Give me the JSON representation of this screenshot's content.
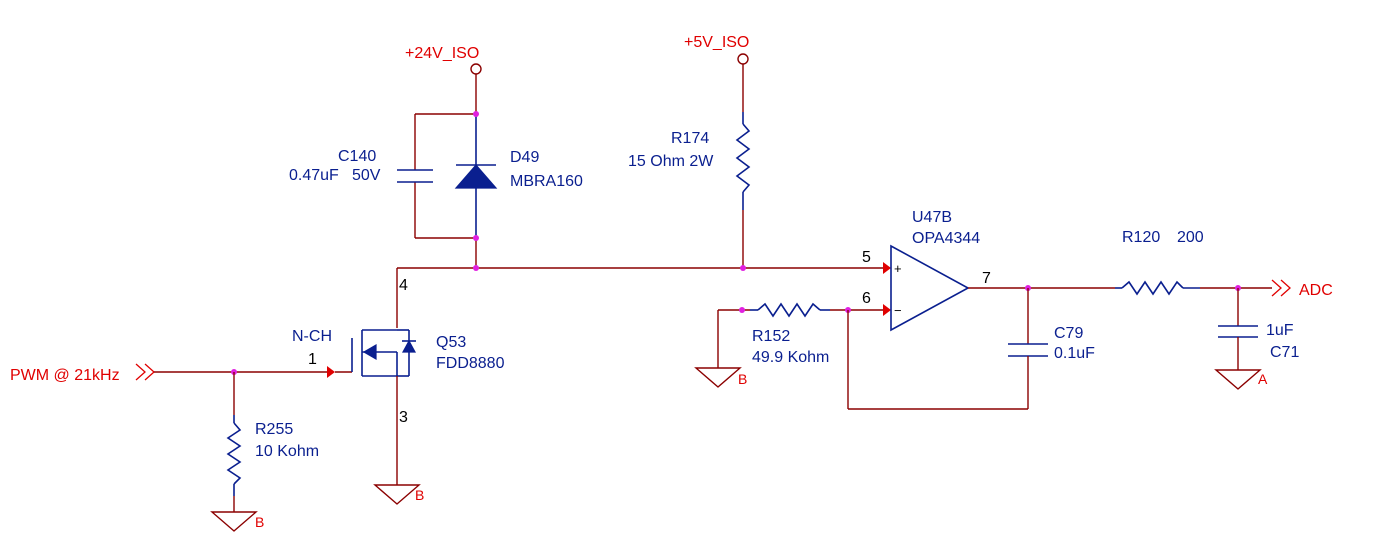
{
  "nets": {
    "supply_24": "+24V_ISO",
    "supply_5": "+5V_ISO",
    "pwm_input": "PWM @ 21kHz",
    "adc_output": "ADC",
    "gnd_b": "B",
    "gnd_a": "A"
  },
  "components": {
    "c140": {
      "ref": "C140",
      "value": "0.47uF",
      "rating": "50V"
    },
    "d49": {
      "ref": "D49",
      "value": "MBRA160"
    },
    "r174": {
      "ref": "R174",
      "value": "15 Ohm 2W"
    },
    "q53": {
      "ref": "Q53",
      "value": "FDD8880",
      "type": "N-CH"
    },
    "r255": {
      "ref": "R255",
      "value": "10 Kohm"
    },
    "r152": {
      "ref": "R152",
      "value": "49.9 Kohm"
    },
    "u47b": {
      "ref": "U47B",
      "value": "OPA4344"
    },
    "c79": {
      "ref": "C79",
      "value": "0.1uF"
    },
    "r120": {
      "ref": "R120",
      "value": "200"
    },
    "c71": {
      "ref": "C71",
      "value": "1uF"
    }
  },
  "pins": {
    "q_gate": "1",
    "q_drain": "4",
    "q_source": "3",
    "op_plus_num": "5",
    "op_minus_num": "6",
    "op_out_num": "7",
    "op_plus_sign": "+",
    "op_minus_sign": "−"
  },
  "colors": {
    "wire": "#8b0000",
    "component": "#0a1f8f",
    "net_label": "#e00000",
    "junction": "#e020e0"
  }
}
